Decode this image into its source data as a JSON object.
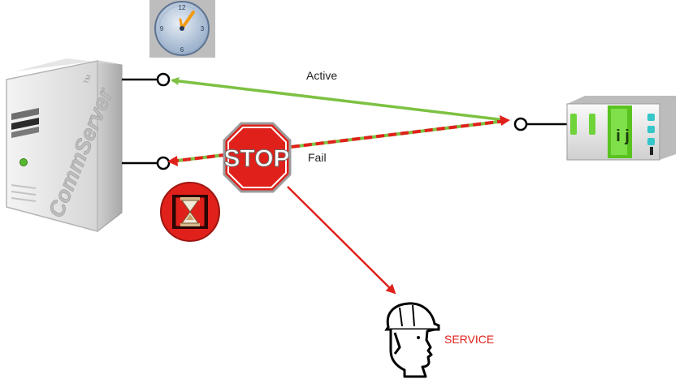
{
  "server": {
    "brand": "CommServer",
    "trademark": "TM"
  },
  "links": {
    "active_label": "Active",
    "fail_label": "Fail",
    "service_label": "SERVICE"
  },
  "colors": {
    "active_link": "#7dc142",
    "fail_link": "#e0211b",
    "service_arrow": "#e0211b",
    "service_text": "#e0211b",
    "stop_sign": "#e0211b",
    "device_accent": "#5ac320"
  },
  "icons": {
    "clock": "clock-icon",
    "stop": "stop-sign-icon",
    "hourglass": "hourglass-icon",
    "technician": "technician-icon",
    "device": "device-module-icon",
    "server": "server-tower-icon"
  },
  "stop_sign_text": "STOP"
}
